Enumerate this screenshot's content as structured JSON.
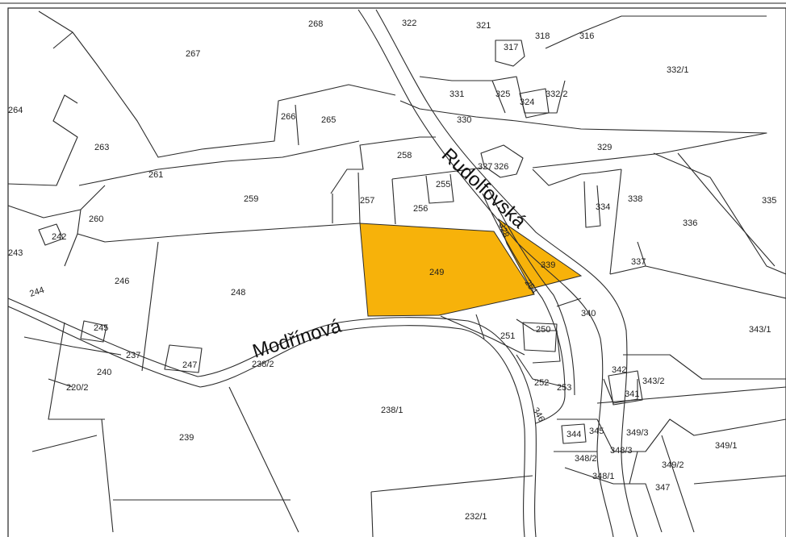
{
  "map": {
    "highlight_color": "#f7b20a",
    "streets": {
      "rudolfovska": "Rudolfovská",
      "modrinova": "Modřínová"
    },
    "parcels": {
      "p268": "268",
      "p322": "322",
      "p321": "321",
      "p318": "318",
      "p317": "317",
      "p316": "316",
      "p267": "267",
      "p332_1": "332/1",
      "p264": "264",
      "p331": "331",
      "p325": "325",
      "p324": "324",
      "p332_2": "332/2",
      "p266": "266",
      "p265": "265",
      "p330": "330",
      "p263": "263",
      "p329": "329",
      "p258": "258",
      "p327": "327",
      "p326": "326",
      "p261": "261",
      "p259": "259",
      "p257": "257",
      "p255": "255",
      "p256": "256",
      "p334": "334",
      "p338": "338",
      "p335": "335",
      "p260": "260",
      "p336": "336",
      "p242": "242",
      "p328": "328",
      "p243": "243",
      "p249": "249",
      "p339": "339",
      "p337": "337",
      "p246": "246",
      "p244": "244",
      "p248": "248",
      "p254": "254",
      "p340": "340",
      "p245": "245",
      "p343_1": "343/1",
      "p250": "250",
      "p251": "251",
      "p237": "237",
      "p247": "247",
      "p238_2": "238/2",
      "p240": "240",
      "p342": "342",
      "p343_2": "343/2",
      "p220_2": "220/2",
      "p252": "252",
      "p253": "253",
      "p341": "341",
      "p238_1": "238/1",
      "p346": "346",
      "p344": "344",
      "p345": "345",
      "p349_3": "349/3",
      "p239": "239",
      "p349_1": "349/1",
      "p348_3": "348/3",
      "p348_2": "348/2",
      "p349_2": "349/2",
      "p348_1": "348/1",
      "p347": "347",
      "p232_1": "232/1"
    }
  }
}
